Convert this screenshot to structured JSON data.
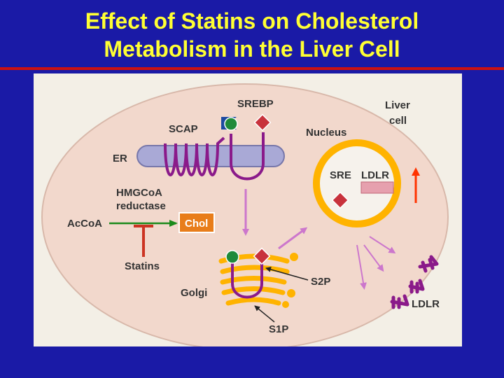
{
  "slide": {
    "title_line1": "Effect of Statins on Cholesterol",
    "title_line2": "Metabolism in the Liver Cell"
  },
  "diagram": {
    "srebp": "SREBP",
    "liver": "Liver",
    "cell": "cell",
    "scap": "SCAP",
    "nucleus": "Nucleus",
    "er": "ER",
    "sre": "SRE",
    "ldlr_gene": "LDLR",
    "hmgcoa": "HMGCoA",
    "reductase": "reductase",
    "acoa": "AcCoA",
    "chol": "Chol",
    "statins": "Statins",
    "golgi": "Golgi",
    "s2p": "S2P",
    "s1p": "S1P",
    "ldlr_receptor": "LDLR"
  },
  "colors": {
    "background": "#1a1aa6",
    "title": "#ffff33",
    "rule": "#cc1111",
    "cell_fill": "#f2d8cc",
    "er_fill": "#a9a9d6",
    "loop": "#8a1a8a",
    "nucleus_ring": "#ffb300",
    "golgi": "#ffb300",
    "chol_box": "#e87d1a",
    "diamond": "#c8323c",
    "green_dot": "#1f8a3a",
    "flag": "#1c4aa0",
    "up_arrow": "#ff3300",
    "violet_arrow": "#cc77cc"
  }
}
